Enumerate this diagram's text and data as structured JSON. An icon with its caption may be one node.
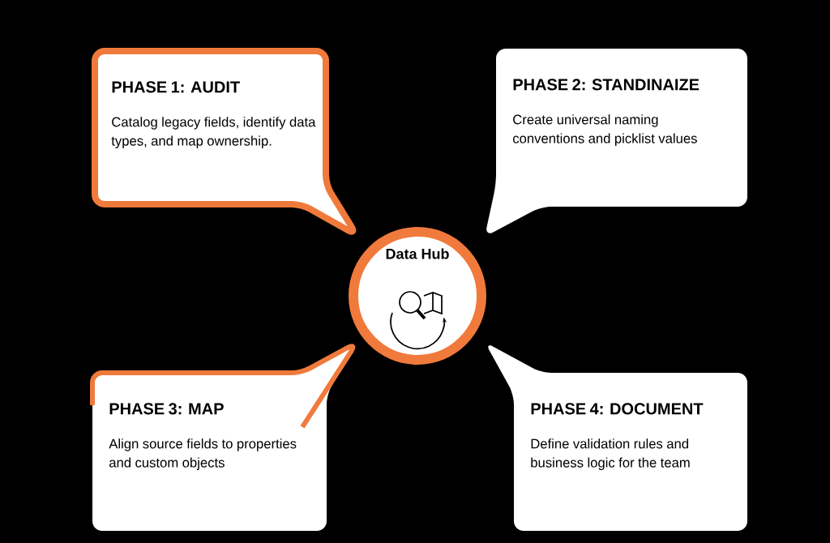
{
  "diagram": {
    "nodes": [
      {
        "text": [
          "PHASE 1: AUDIT",
          "Catalog legacy fields, identify data types, and map ownership."
        ]
      },
      {
        "text": [
          "PHASE 2: STANDINAIZE",
          "Create universal naming conventions and picklist values"
        ]
      },
      {
        "text": [
          "PHASE 3: MAP",
          "Align source fields to properties and custom objects"
        ]
      },
      {
        "text": [
          "PHASE 4: DOCUMENT",
          "Define validation rules and business logic for the team"
        ]
      },
      {
        "text": [
          "Data Hub"
        ]
      }
    ]
  }
}
